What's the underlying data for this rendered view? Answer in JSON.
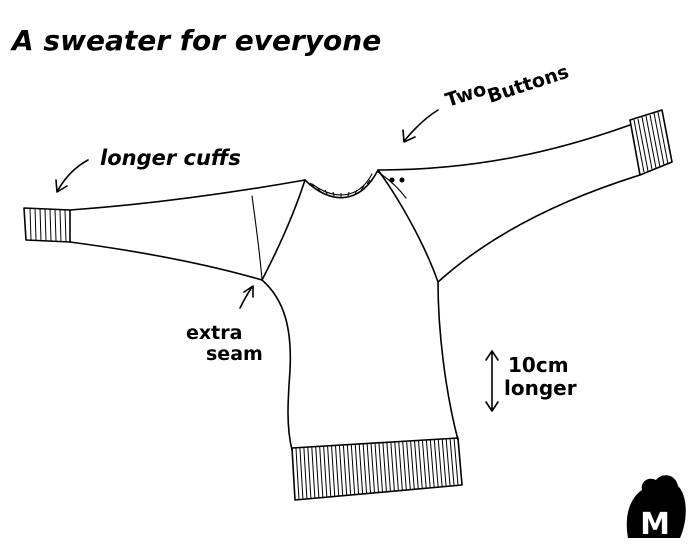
{
  "title": "A sweater for everyone",
  "annotations": {
    "buttons_line1": "Two",
    "buttons_line2": "Buttons",
    "cuffs": "longer cuffs",
    "seam_line1": "extra",
    "seam_line2": "seam",
    "length_line1": "10cm",
    "length_line2": "longer"
  },
  "logo": {
    "letter": "M"
  },
  "colors": {
    "ink": "#000000",
    "paper": "#ffffff"
  }
}
